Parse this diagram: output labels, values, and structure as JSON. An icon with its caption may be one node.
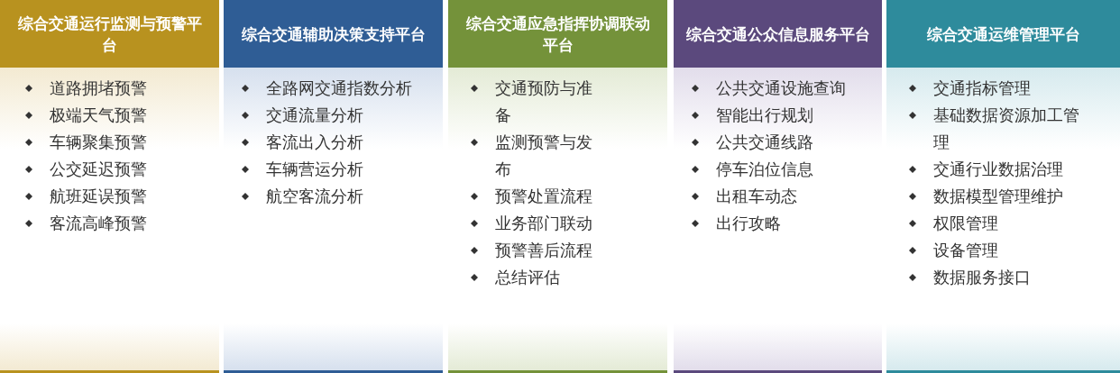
{
  "diagram": {
    "nodes": [
      {
        "text": [
          "综合交通运行监测与预警平台",
          "道路拥堵预警",
          "极端天气预警",
          "车辆聚集预警",
          "公交延迟预警",
          "航班延误预警",
          "客流高峰预警"
        ]
      },
      {
        "text": [
          "综合交通辅助决策支持平台",
          "全路网交通指数分析",
          "交通流量分析",
          "客流出入分析",
          "车辆营运分析",
          "航空客流分析"
        ]
      },
      {
        "text": [
          "综合交通应急指挥协调联动平台",
          "交通预防与准备",
          "监测预警与发布",
          "预警处置流程",
          "业务部门联动",
          "预警善后流程",
          "总结评估"
        ]
      },
      {
        "text": [
          "综合交通公众信息服务平台",
          "公共交通设施查询",
          "智能出行规划",
          "公共交通线路",
          "停车泊位信息",
          "出租车动态",
          "出行攻略"
        ]
      },
      {
        "text": [
          "综合交通运维管理平台",
          "交通指标管理",
          "基础数据资源加工管理",
          "交通行业数据治理",
          "数据模型管理维护",
          "权限管理",
          "设备管理",
          "数据服务接口"
        ]
      }
    ]
  }
}
